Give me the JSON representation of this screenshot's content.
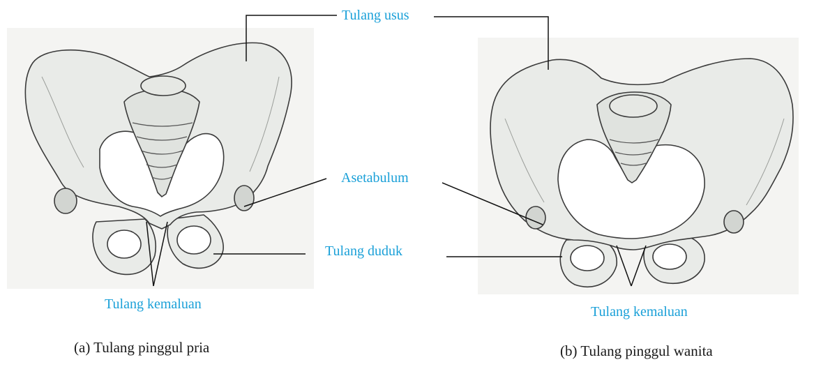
{
  "labels": {
    "ilium": "Tulang usus",
    "acetabulum": "Asetabulum",
    "ischium": "Tulang duduk",
    "pubis_male": "Tulang kemaluan",
    "pubis_female": "Tulang kemaluan"
  },
  "captions": {
    "male": "(a)  Tulang pinggul pria",
    "female": "(b)  Tulang pinggul wanita"
  },
  "colors": {
    "label_text": "#1aa0d8",
    "caption_text": "#1a1a1a",
    "leader_line": "#111111",
    "bone_fill": "#e9ebe8",
    "bone_shadow": "#d2d5d1",
    "bone_outline": "#3a3a3a",
    "background_panel": "#f4f4f2"
  }
}
